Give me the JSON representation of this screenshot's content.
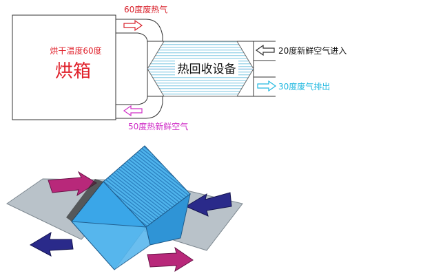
{
  "diagram": {
    "oven": {
      "label": "烘干温度60度",
      "name": "烘箱",
      "label_color": "#e0202a"
    },
    "exchanger": {
      "name": "热回收设备",
      "stripe_color": "#9fd6ea"
    },
    "flows": {
      "hot_air": {
        "label": "60度废热气",
        "color": "#d8202a"
      },
      "fresh_in": {
        "label": "20度新鲜空气进入",
        "color": "#111111"
      },
      "waste_out": {
        "label": "30度废气排出",
        "color": "#20b8e0"
      },
      "warm_fresh": {
        "label": "50度热新鲜空气",
        "color": "#d030c8"
      }
    },
    "illustration": {
      "arrow_hot_color": "#b8287a",
      "arrow_cold_color": "#2a2a8a",
      "core_color": "#3aa6e8"
    }
  }
}
